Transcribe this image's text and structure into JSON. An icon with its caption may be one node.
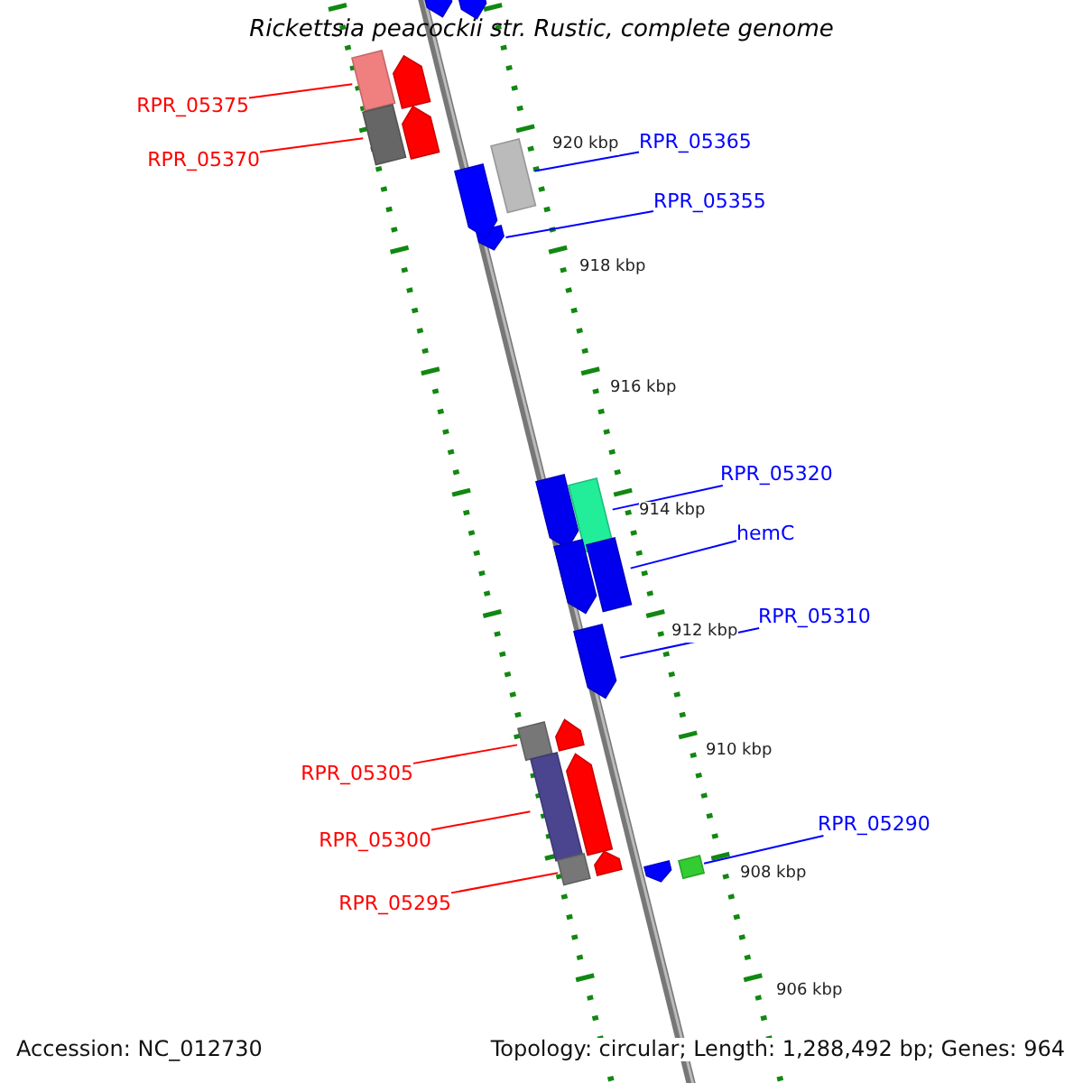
{
  "diagram": {
    "title": "Rickettsia peacockii str. Rustic, complete genome",
    "nodes": [
      {
        "text": [
          "RPR_05375"
        ]
      },
      {
        "text": [
          "RPR_05370"
        ]
      },
      {
        "text": [
          "RPR_05365"
        ]
      },
      {
        "text": [
          "RPR_05355"
        ]
      },
      {
        "text": [
          "RPR_05320"
        ]
      },
      {
        "text": [
          "hemC"
        ]
      },
      {
        "text": [
          "RPR_05310"
        ]
      },
      {
        "text": [
          "RPR_05305"
        ]
      },
      {
        "text": [
          "RPR_05300"
        ]
      },
      {
        "text": [
          "RPR_05295"
        ]
      },
      {
        "text": [
          "RPR_05290"
        ]
      },
      {
        "text": [],
        "shape": "bar"
      },
      {
        "text": [],
        "shape": "bar"
      },
      {
        "text": [],
        "shape": "bar"
      },
      {
        "text": [],
        "shape": "pentagon"
      },
      {
        "text": [],
        "shape": "bar"
      },
      {
        "text": [],
        "shape": "bar"
      },
      {
        "text": [],
        "shape": "pentagon"
      },
      {
        "text": [],
        "shape": "bar"
      },
      {
        "text": [],
        "shape": "bar"
      },
      {
        "text": [],
        "shape": "bar"
      },
      {
        "text": [],
        "shape": "bar"
      },
      {
        "text": [],
        "shape": "pentagon"
      },
      {
        "text": [],
        "shape": "pentagon"
      },
      {
        "text": [],
        "shape": "pentagon"
      },
      {
        "text": [],
        "shape": "pentagon"
      },
      {
        "text": [],
        "shape": "pentagon"
      },
      {
        "text": [],
        "shape": "pentagon"
      },
      {
        "text": [],
        "shape": "pentagon"
      },
      {
        "text": [],
        "shape": "pentagon"
      },
      {
        "text": [],
        "shape": "pentagon"
      },
      {
        "text": [],
        "shape": "pentagon"
      },
      {
        "text": [],
        "shape": "pentagon"
      }
    ],
    "edges": [
      {
        "from": 0,
        "to": 11,
        "arrow": "none",
        "color": "#ff0000"
      },
      {
        "from": 1,
        "to": 12,
        "arrow": "none",
        "color": "#ff0000"
      },
      {
        "from": 2,
        "to": 13,
        "arrow": "none"
      },
      {
        "from": 3,
        "to": 14,
        "arrow": "none"
      },
      {
        "from": 4,
        "to": 15,
        "arrow": "none"
      },
      {
        "from": 5,
        "to": 16,
        "arrow": "none"
      },
      {
        "from": 6,
        "to": 17,
        "arrow": "none"
      },
      {
        "from": 7,
        "to": 18,
        "arrow": "none",
        "color": "#ff0000"
      },
      {
        "from": 8,
        "to": 19,
        "arrow": "none",
        "color": "#ff0000"
      },
      {
        "from": 9,
        "to": 20,
        "arrow": "none",
        "color": "#ff0000"
      },
      {
        "from": 10,
        "to": 21,
        "arrow": "none"
      }
    ],
    "labels": [
      "920 kbp",
      "918 kbp",
      "916 kbp",
      "914 kbp",
      "912 kbp",
      "910 kbp",
      "908 kbp",
      "906 kbp",
      "Accession: NC_012730",
      "Topology: circular; Length: 1,288,492 bp; Genes: 964"
    ]
  }
}
